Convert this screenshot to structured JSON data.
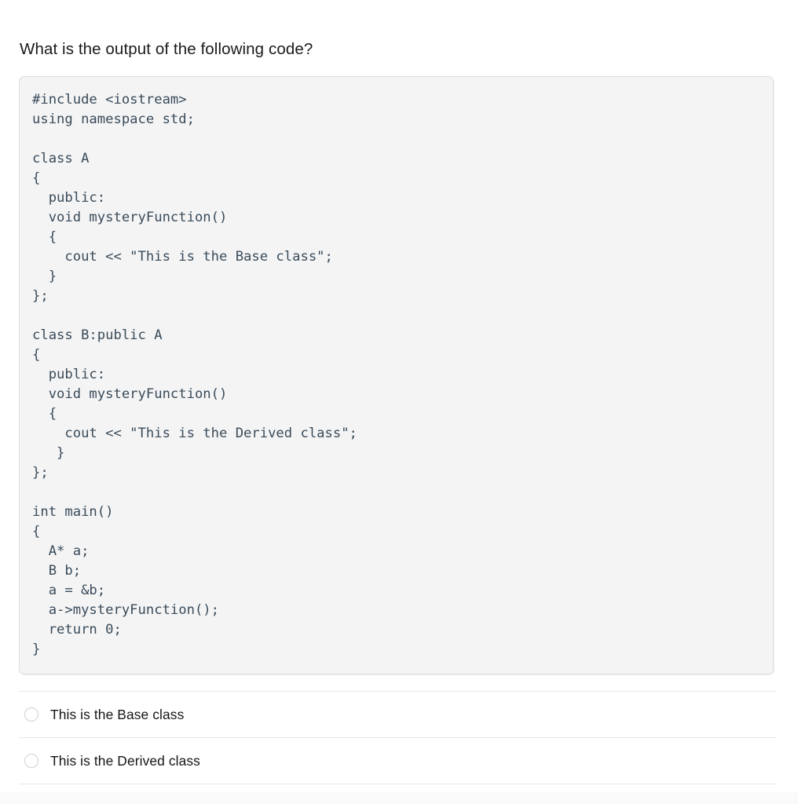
{
  "question": {
    "prompt": "What is the output of the following code?"
  },
  "code": {
    "language": "cpp",
    "text": "#include <iostream>\nusing namespace std;\n\nclass A\n{\n  public:\n  void mysteryFunction()\n  {\n    cout << \"This is the Base class\";\n  }\n};\n\nclass B:public A\n{\n  public:\n  void mysteryFunction()\n  {\n    cout << \"This is the Derived class\";\n   }\n};\n\nint main()\n{\n  A* a;\n  B b;\n  a = &b;\n  a->mysteryFunction();\n  return 0;\n}"
  },
  "answers": {
    "options": [
      {
        "label": "This is the Base class",
        "selected": false
      },
      {
        "label": "This is the Derived class",
        "selected": false
      }
    ]
  },
  "colors": {
    "code_background": "#f4f4f5",
    "code_border": "#dcdde1",
    "code_text": "#394b59",
    "divider": "#e6e7e9",
    "radio_border": "#cfd0d2",
    "page_background": "#ffffff"
  }
}
